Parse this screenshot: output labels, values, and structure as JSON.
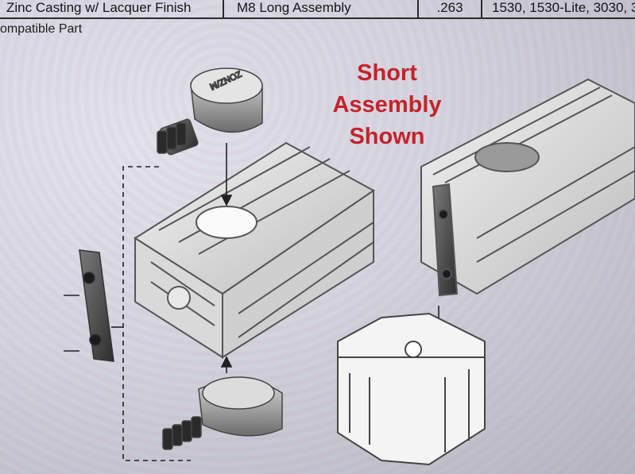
{
  "spec_row": {
    "material": "Zinc Casting w/ Lacquer Finish",
    "description": "M8 Long Assembly",
    "weight": ".263",
    "compatible": "1530, 1530-Lite, 3030, 3"
  },
  "compatible_caption": "ompatible Part",
  "callout": {
    "line1": "Short",
    "line2": "Assembly",
    "line3": "Shown"
  },
  "fastener_stamp": "ꟽ/ZNOZ",
  "colors": {
    "callout_red": "#c4222a",
    "table_border": "#2a2a2a",
    "line_art": "#5a5a5a"
  }
}
